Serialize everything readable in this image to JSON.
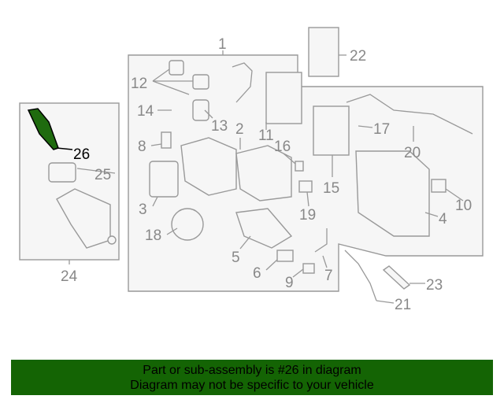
{
  "diagram": {
    "highlight_part": "26",
    "highlight_color": "#1f6b0f",
    "labels": {
      "p1": "1",
      "p2": "2",
      "p3": "3",
      "p4": "4",
      "p5": "5",
      "p6": "6",
      "p7": "7",
      "p8": "8",
      "p9": "9",
      "p10": "10",
      "p11": "11",
      "p12": "12",
      "p13": "13",
      "p14": "14",
      "p15": "15",
      "p16": "16",
      "p17": "17",
      "p18": "18",
      "p19": "19",
      "p20": "20",
      "p21": "21",
      "p22": "22",
      "p23": "23",
      "p24": "24",
      "p25": "25",
      "p26": "26"
    }
  },
  "banner": {
    "line1": "Part or sub-assembly is #26 in diagram",
    "line2": "Diagram may not be specific to your vehicle",
    "color": "#146404"
  }
}
